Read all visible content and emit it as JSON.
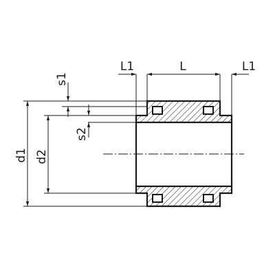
{
  "dimensions": {
    "L1_left": "L1",
    "L": "L",
    "L1_right": "L1",
    "s1": "s1",
    "s2": "s2",
    "d1": "d1",
    "d2": "d2"
  },
  "colors": {
    "line": "#1a1a1a",
    "background": "#ffffff"
  }
}
